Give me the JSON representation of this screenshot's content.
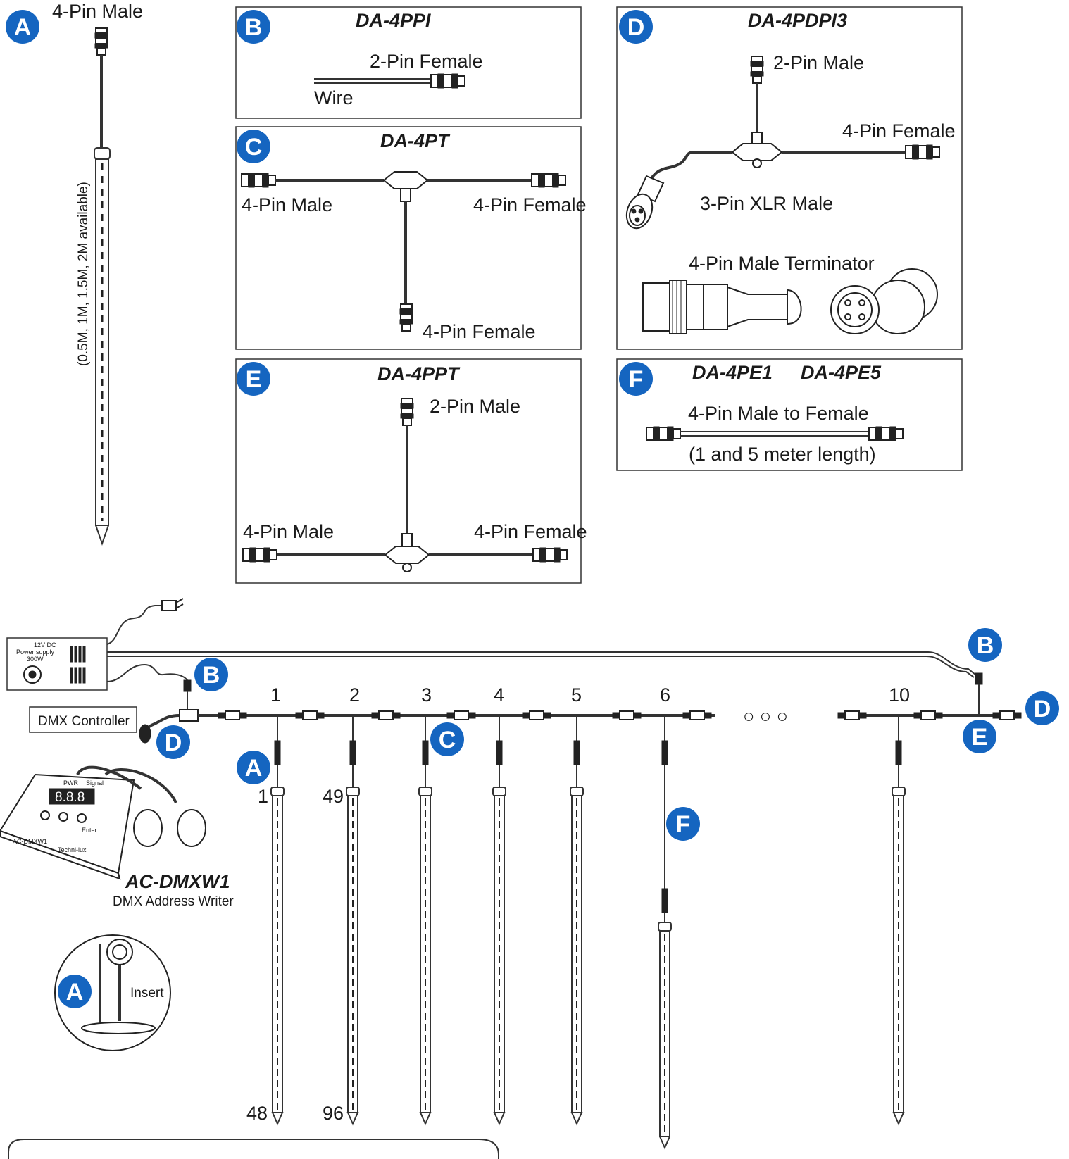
{
  "badges": {
    "a": "A",
    "b": "B",
    "c": "C",
    "d": "D",
    "e": "E",
    "f": "F"
  },
  "part_a": {
    "connector_label": "4-Pin Male",
    "length_note": "(0.5M, 1M, 1.5M, 2M available)"
  },
  "part_b": {
    "model": "DA-4PPI",
    "connector_label": "2-Pin Female",
    "wire_label": "Wire"
  },
  "part_c": {
    "model": "DA-4PT",
    "left_label": "4-Pin Male",
    "right_label": "4-Pin Female",
    "bottom_label": "4-Pin Female"
  },
  "part_d": {
    "model": "DA-4PDPI3",
    "top_label": "2-Pin Male",
    "right_label": "4-Pin Female",
    "xlr_label": "3-Pin XLR Male",
    "terminator_label": "4-Pin Male Terminator"
  },
  "part_e": {
    "model": "DA-4PPT",
    "top_label": "2-Pin Male",
    "left_label": "4-Pin Male",
    "right_label": "4-Pin Female"
  },
  "part_f": {
    "model_1": "DA-4PE1",
    "model_2": "DA-4PE5",
    "desc": "4-Pin Male to Female",
    "length_note": "(1 and 5 meter length)"
  },
  "system": {
    "psu_line1": "12V DC",
    "psu_line2": "Power supply",
    "psu_line3": "300W",
    "dmx_controller": "DMX Controller",
    "writer_model": "AC-DMXW1",
    "writer_desc": "DMX Address Writer",
    "writer_pwr": "PWR",
    "writer_signal": "Signal",
    "writer_enter": "Enter",
    "writer_brand": "Techni-lux",
    "writer_side": "AC-DMXW1",
    "writer_display": "8.8.8",
    "insert_label": "Insert",
    "ellipsis": "○ ○ ○",
    "tube_numbers": [
      "1",
      "2",
      "3",
      "4",
      "5",
      "6",
      "10"
    ],
    "pixel_1_top": "1",
    "pixel_1_bottom": "48",
    "pixel_2_top": "49",
    "pixel_2_bottom": "96"
  }
}
